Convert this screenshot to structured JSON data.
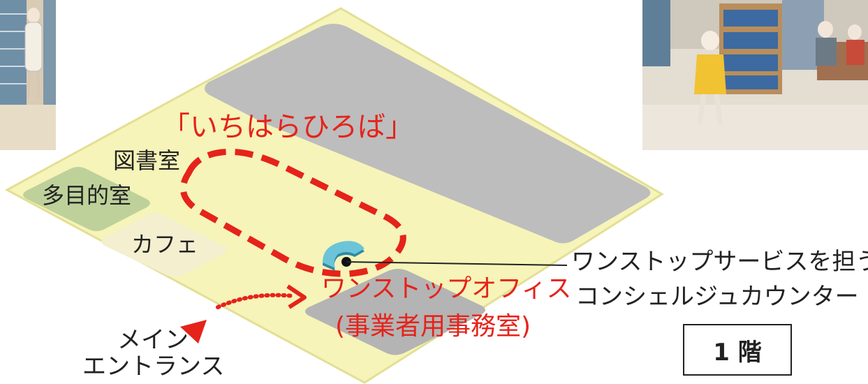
{
  "title": "「いちはらひろば」",
  "rooms": {
    "library": "図書室",
    "multipurpose": "多目的室",
    "cafe": "カフェ"
  },
  "office": {
    "line1": "ワンストップオフィス",
    "line2": "(事業者用事務室)"
  },
  "counter_callout": {
    "line1": "ワンストップサービスを担う",
    "line2": "コンシェルジュカウンター"
  },
  "entrance": {
    "line1": "メイン",
    "line2": "エントランス"
  },
  "floor_label": "1 階",
  "colors": {
    "floor": "#f6f4b8",
    "floor_edge": "#e8e49a",
    "grey_zone": "#bdbdbd",
    "green_room": "#bfd19a",
    "accent_red": "#e5231b",
    "counter_teal": "#4fb3c8"
  }
}
